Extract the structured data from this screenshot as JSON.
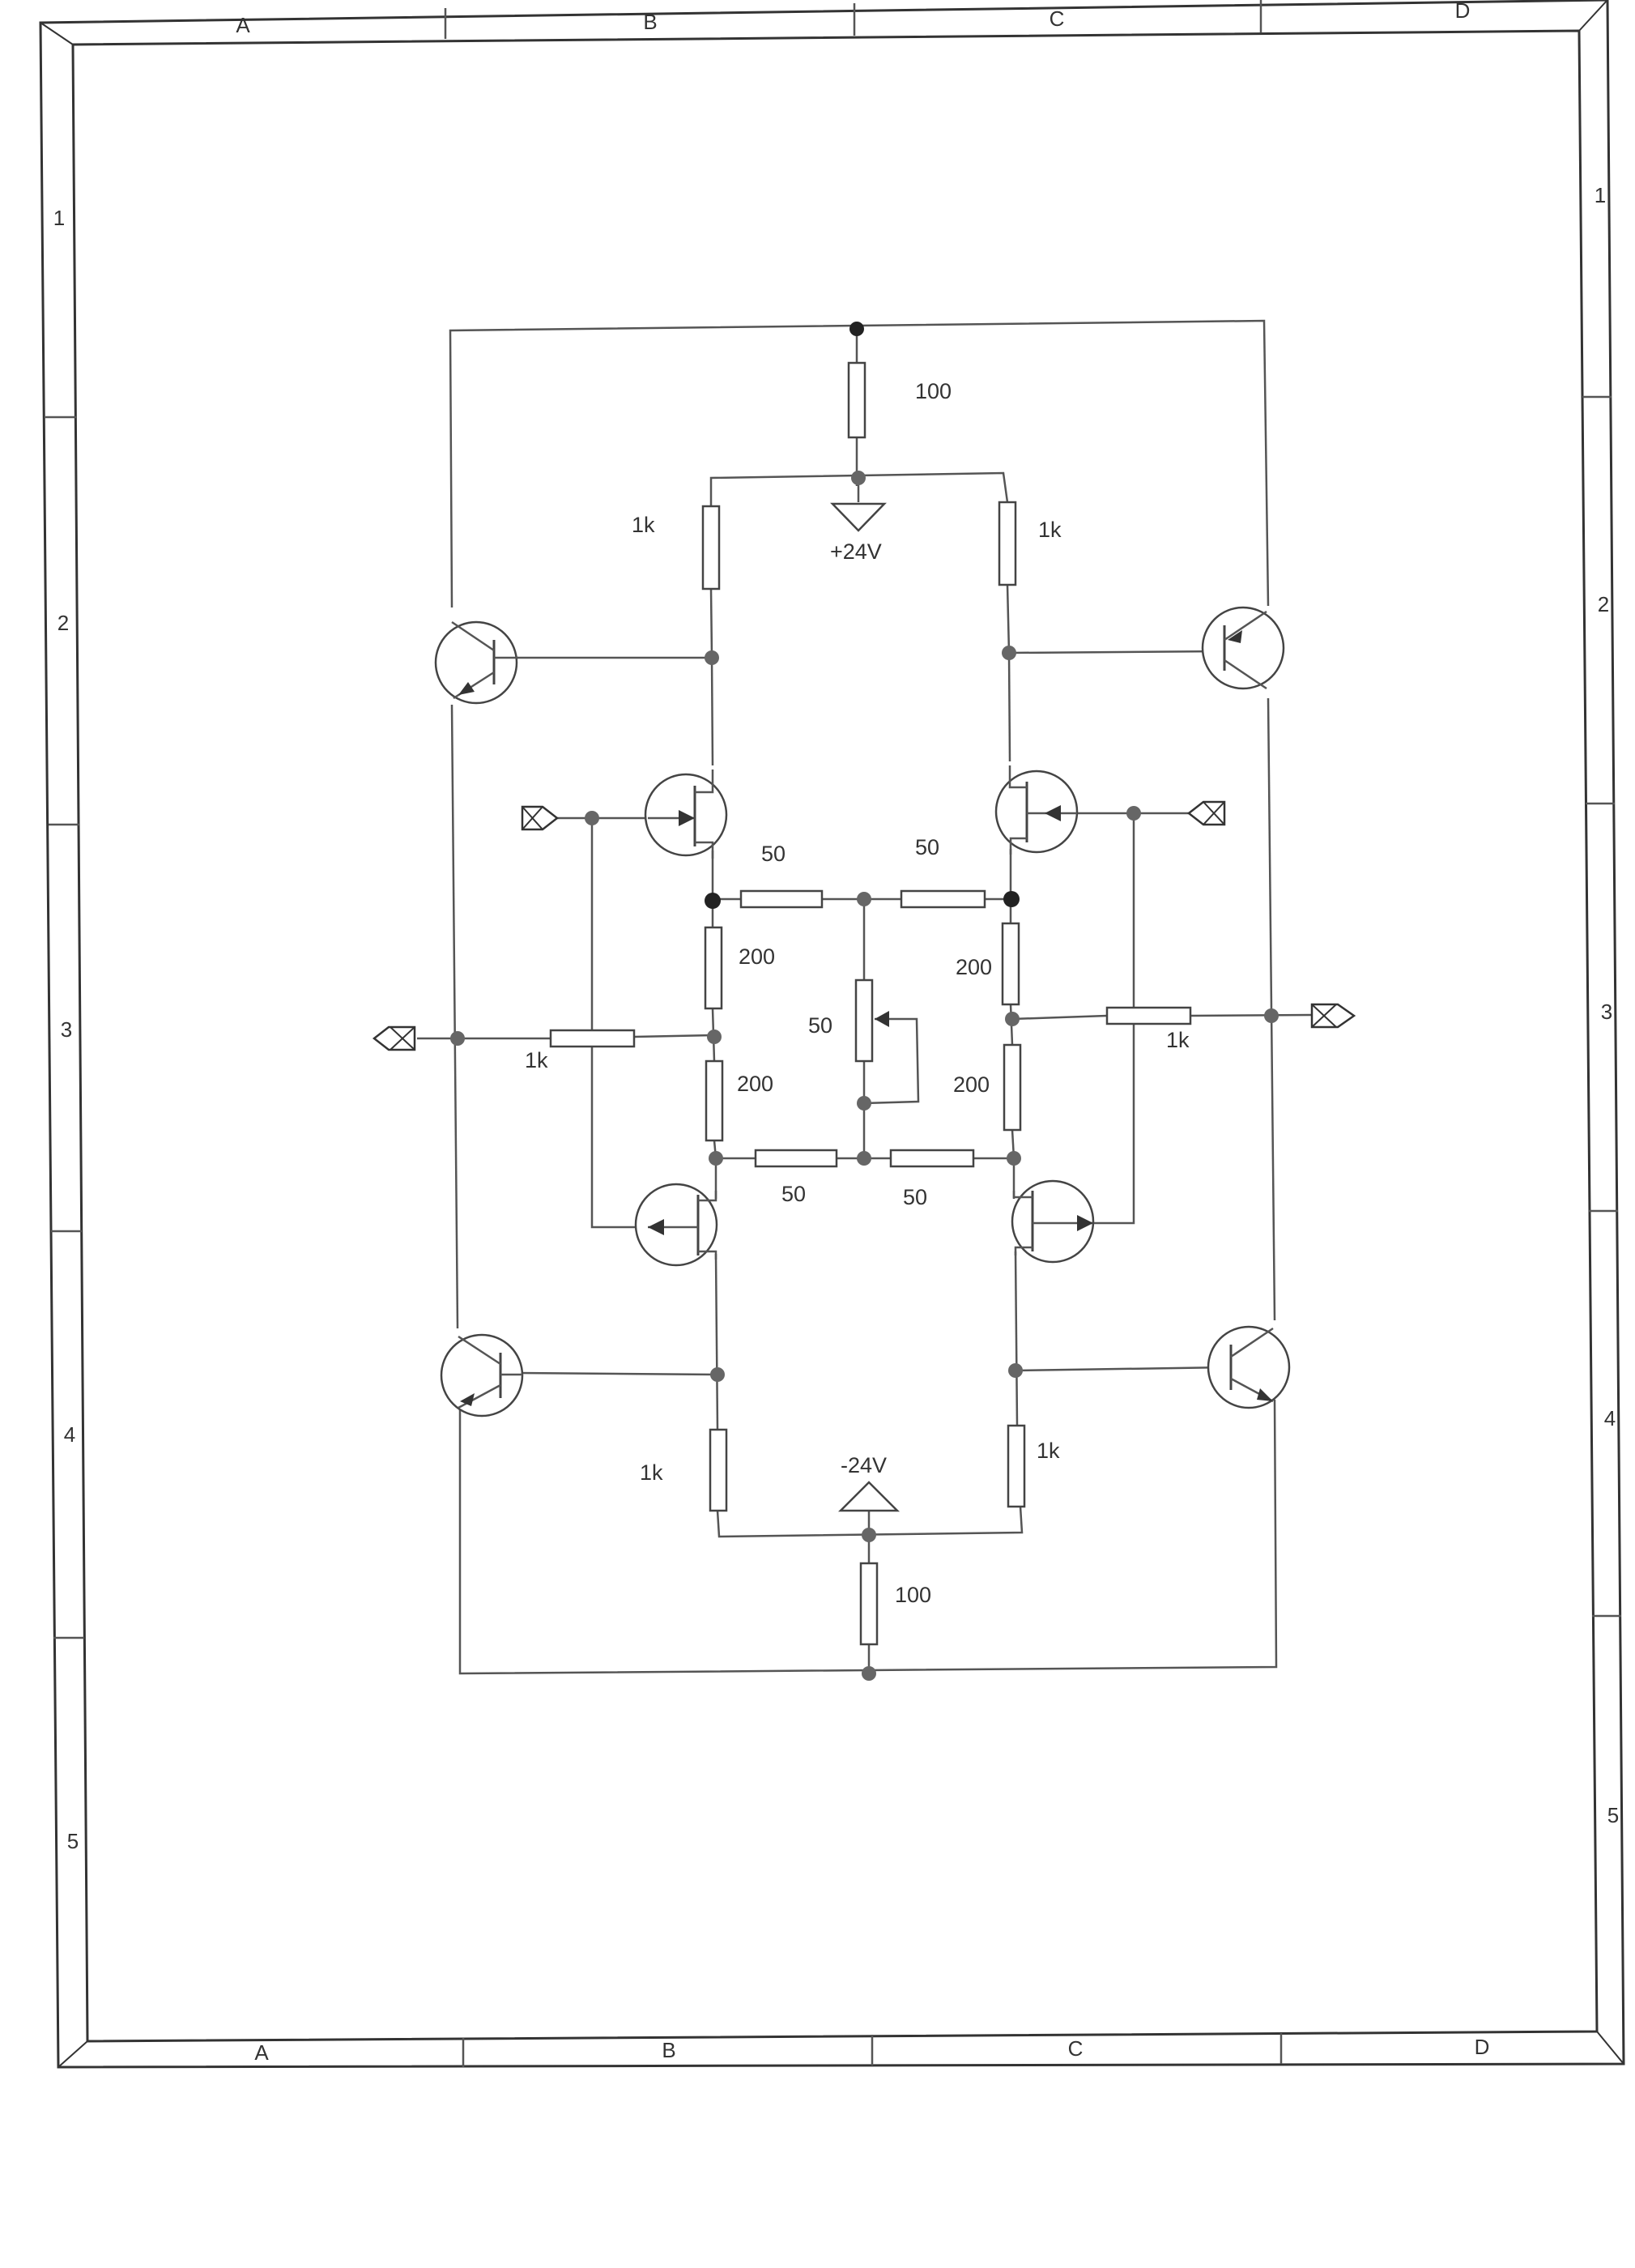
{
  "frame": {
    "columns": [
      "A",
      "B",
      "C",
      "D"
    ],
    "rows": [
      "1",
      "2",
      "3",
      "4",
      "5"
    ]
  },
  "supply": {
    "positive": "+24V",
    "negative": "-24V"
  },
  "resistors": {
    "r_top": "100",
    "r_bottom": "100",
    "r_top_left": "1k",
    "r_top_right": "1k",
    "r_bottom_left": "1k",
    "r_bottom_right": "1k",
    "r_in_left": "1k",
    "r_in_right": "1k",
    "r_bridge_top_left": "50",
    "r_bridge_top_right": "50",
    "r_bridge_bottom_left": "50",
    "r_bridge_bottom_right": "50",
    "r_left_upper": "200",
    "r_left_lower": "200",
    "r_right_upper": "200",
    "r_right_lower": "200",
    "pot": "50"
  },
  "colors": {
    "line": "#555555",
    "node": "#666666",
    "background": "#ffffff"
  }
}
